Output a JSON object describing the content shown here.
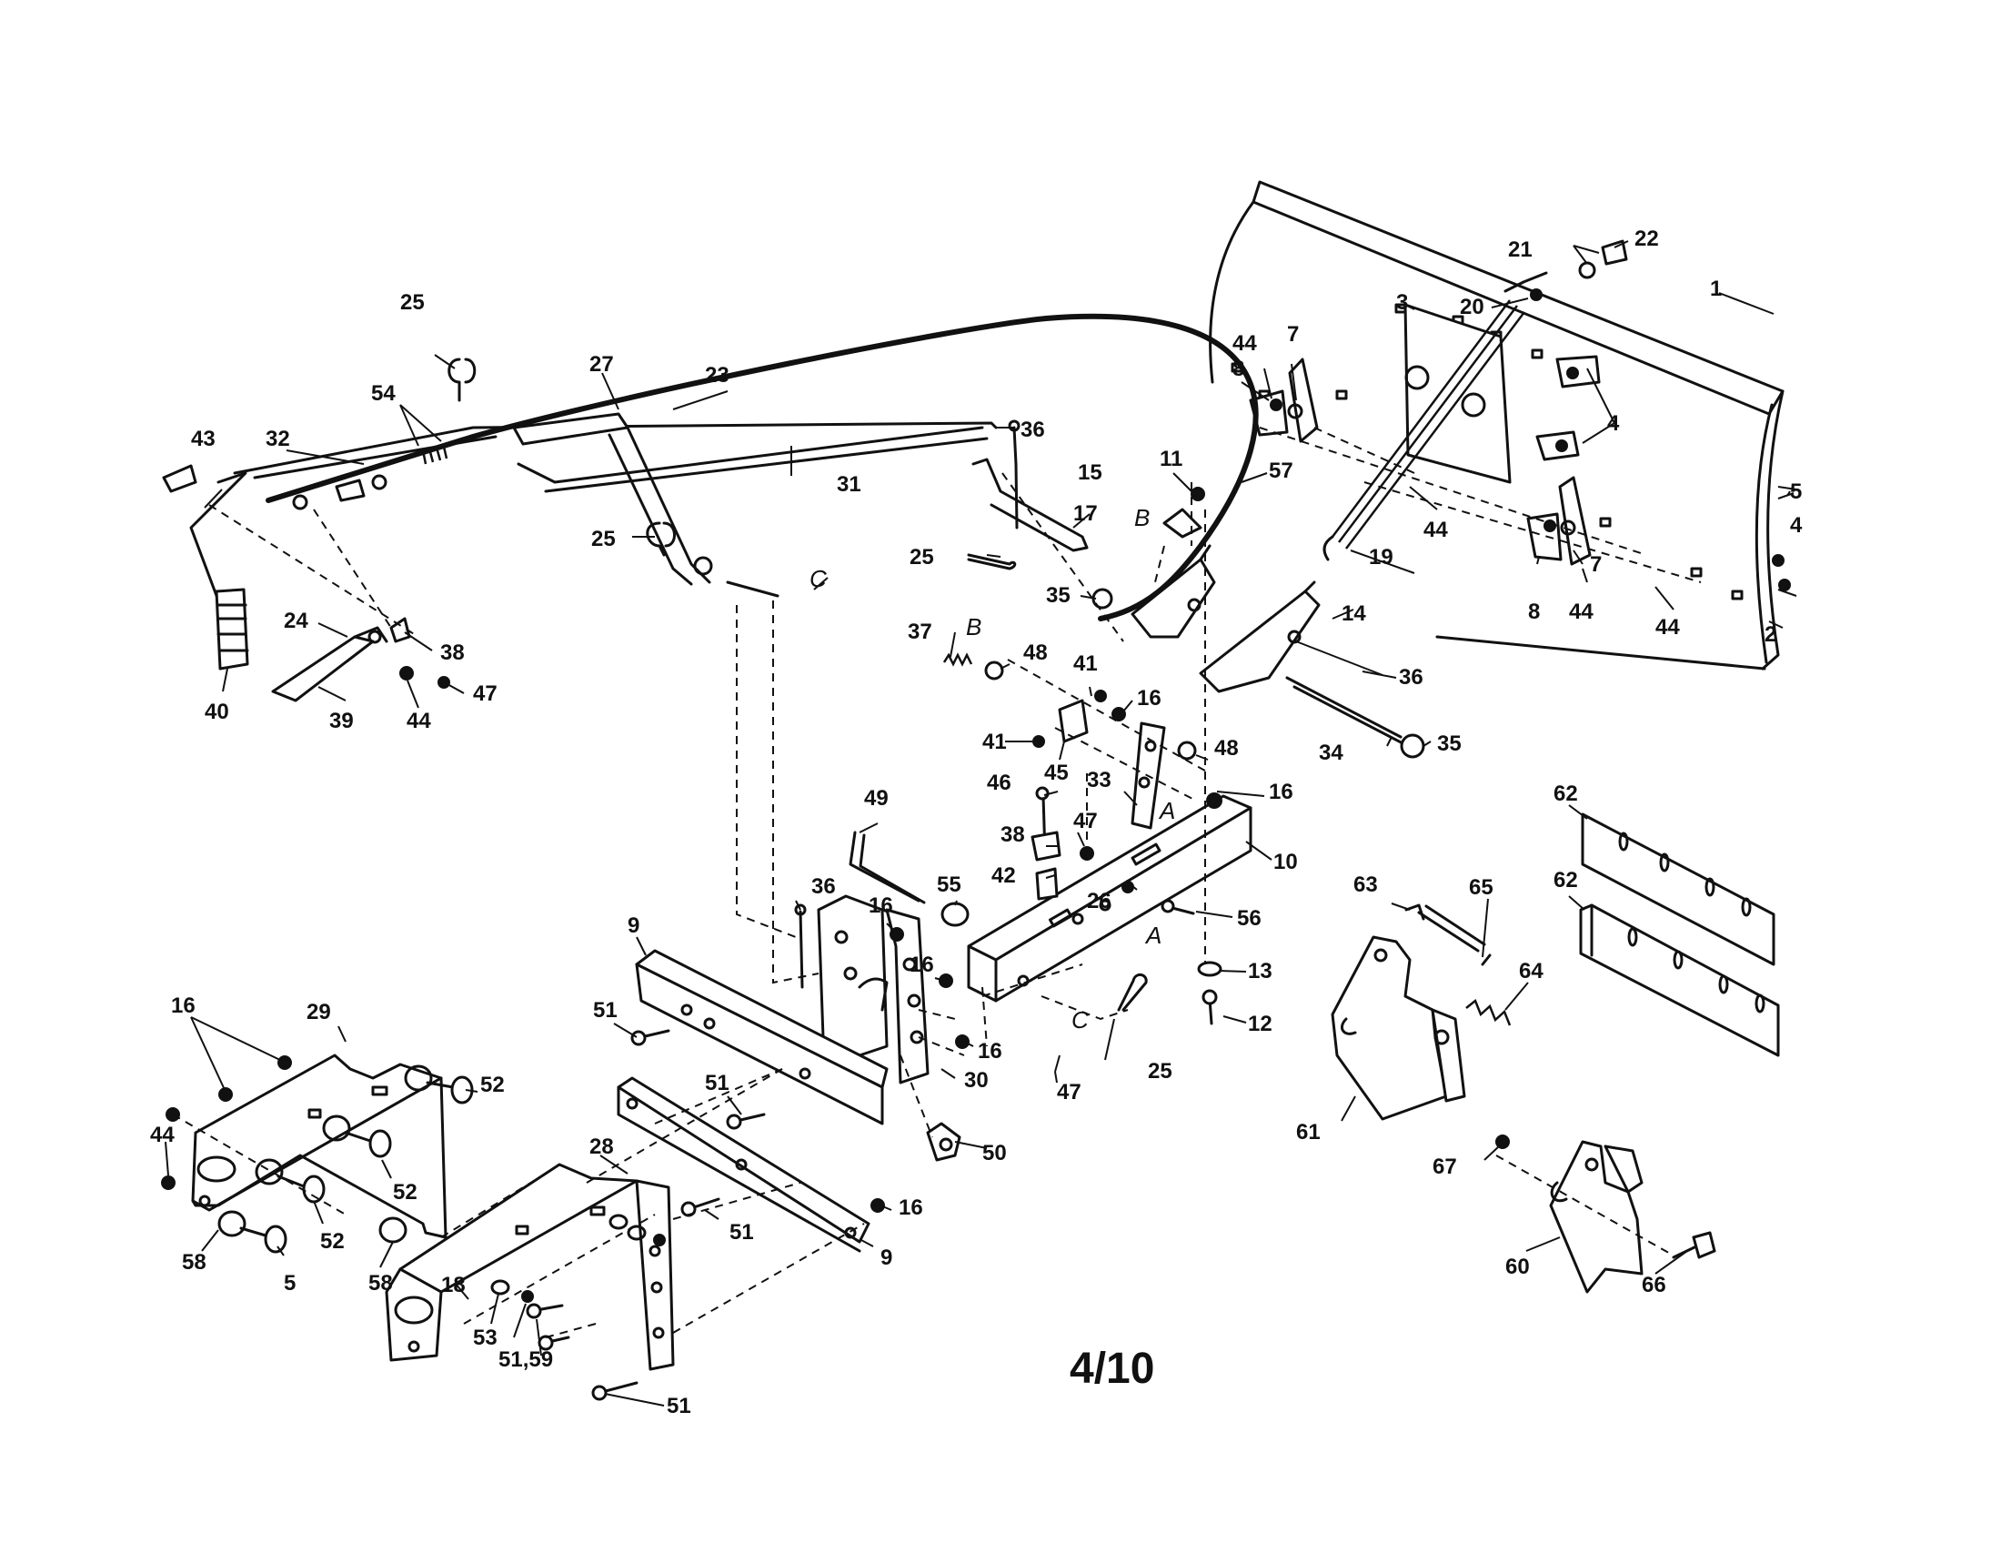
{
  "page_number": "4/10",
  "callouts": {
    "n1": "1",
    "n2": "2",
    "n3": "3",
    "n4a": "4",
    "n4b": "4",
    "n5a": "5",
    "n5b": "5",
    "n7a": "7",
    "n7b": "7",
    "n8a": "8",
    "n8b": "8",
    "n9a": "9",
    "n9b": "9",
    "n10": "10",
    "n11": "11",
    "n12": "12",
    "n13": "13",
    "n14": "14",
    "n15": "15",
    "n16a": "16",
    "n16b": "16",
    "n16c": "16",
    "n16d": "16",
    "n16e": "16",
    "n16f": "16",
    "n16g": "16",
    "n17": "17",
    "n18": "18",
    "n19": "19",
    "n20": "20",
    "n21": "21",
    "n22": "22",
    "n23": "23",
    "n24": "24",
    "n25a": "25",
    "n25b": "25",
    "n25c": "25",
    "n25d": "25",
    "n26": "26",
    "n27": "27",
    "n28": "28",
    "n29": "29",
    "n30": "30",
    "n31": "31",
    "n32": "32",
    "n33": "33",
    "n34": "34",
    "n35a": "35",
    "n35b": "35",
    "n36a": "36",
    "n36b": "36",
    "n36c": "36",
    "n37": "37",
    "n38a": "38",
    "n38b": "38",
    "n39": "39",
    "n40": "40",
    "n41a": "41",
    "n41b": "41",
    "n42": "42",
    "n43": "43",
    "n44a": "44",
    "n44b": "44",
    "n44c": "44",
    "n44d": "44",
    "n44e": "44",
    "n44f": "44",
    "n45": "45",
    "n46": "46",
    "n47a": "47",
    "n47b": "47",
    "n47c": "47",
    "n48a": "48",
    "n48b": "48",
    "n49": "49",
    "n50": "50",
    "n51a": "51",
    "n51b": "51",
    "n51c": "51",
    "n51d": "51",
    "n5159": "51,59",
    "n52a": "52",
    "n52b": "52",
    "n52c": "52",
    "n53": "53",
    "n54": "54",
    "n55": "55",
    "n56": "56",
    "n57": "57",
    "n58a": "58",
    "n58b": "58",
    "n60": "60",
    "n61": "61",
    "n62a": "62",
    "n62b": "62",
    "n63": "63",
    "n64": "64",
    "n65": "65",
    "n66": "66",
    "n67": "67"
  },
  "reference_letters": {
    "a1": "A",
    "a2": "A",
    "b1": "B",
    "b2": "B",
    "c1": "C",
    "c2": "C"
  }
}
